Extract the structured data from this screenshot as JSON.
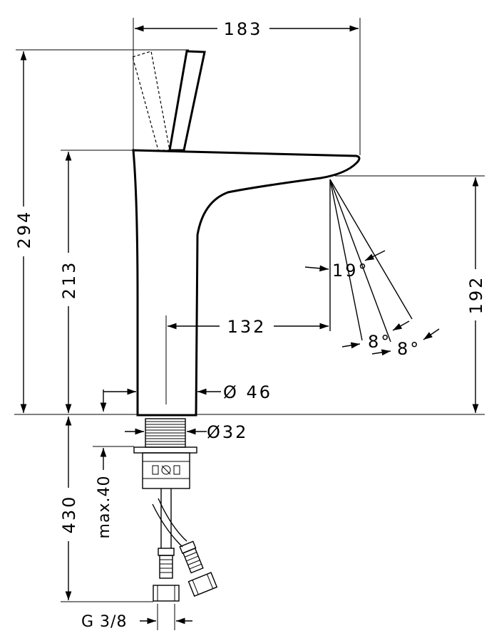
{
  "dimensions": {
    "width_top": "183",
    "height_total": "294",
    "height_spout": "213",
    "spout_height": "192",
    "reach": "132",
    "diameter_body": "Ø 46",
    "diameter_shank": "Ø32",
    "max_thickness": "max.40",
    "connection_length": "430",
    "thread": "G 3/8",
    "angle_main": "19°",
    "angle_a": "8°",
    "angle_b": "8°"
  }
}
